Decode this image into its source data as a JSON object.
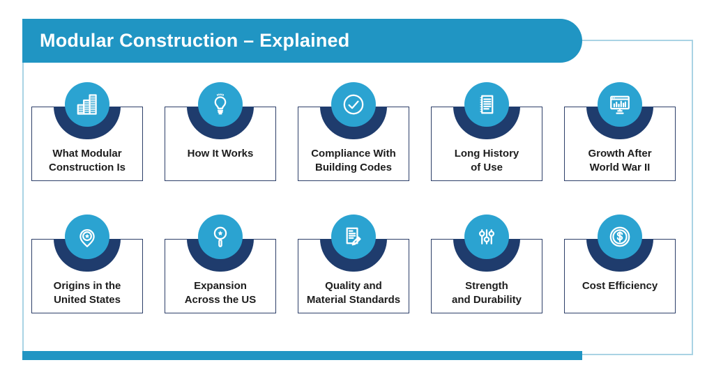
{
  "header": {
    "title": "Modular Construction – Explained"
  },
  "colors": {
    "header_teal": "#2095c3",
    "icon_circle_teal": "#2ba3d1",
    "arch_navy": "#1f3c6d",
    "card_border_navy": "#2c3e68",
    "frame_border_light_blue": "#a9d3e4",
    "label_text": "#1d1d1d"
  },
  "cards": [
    {
      "icon": "buildings-icon",
      "line1": "What Modular",
      "line2": "Construction Is"
    },
    {
      "icon": "lightbulb-icon",
      "line1": "How It Works",
      "line2": ""
    },
    {
      "icon": "check-circle-icon",
      "line1": "Compliance With",
      "line2": "Building Codes"
    },
    {
      "icon": "notepad-icon",
      "line1": "Long History",
      "line2": "of Use"
    },
    {
      "icon": "monitor-chart-icon",
      "line1": "Growth After",
      "line2": "World War II"
    },
    {
      "icon": "location-pin-star-icon",
      "line1": "Origins in the",
      "line2": "United States"
    },
    {
      "icon": "magnifier-star-icon",
      "line1": "Expansion",
      "line2": "Across the US"
    },
    {
      "icon": "document-pencil-icon",
      "line1": "Quality and",
      "line2": "Material Standards"
    },
    {
      "icon": "sliders-icon",
      "line1": "Strength",
      "line2": "and Durability"
    },
    {
      "icon": "dollar-coin-icon",
      "line1": "Cost Efficiency",
      "line2": ""
    }
  ]
}
